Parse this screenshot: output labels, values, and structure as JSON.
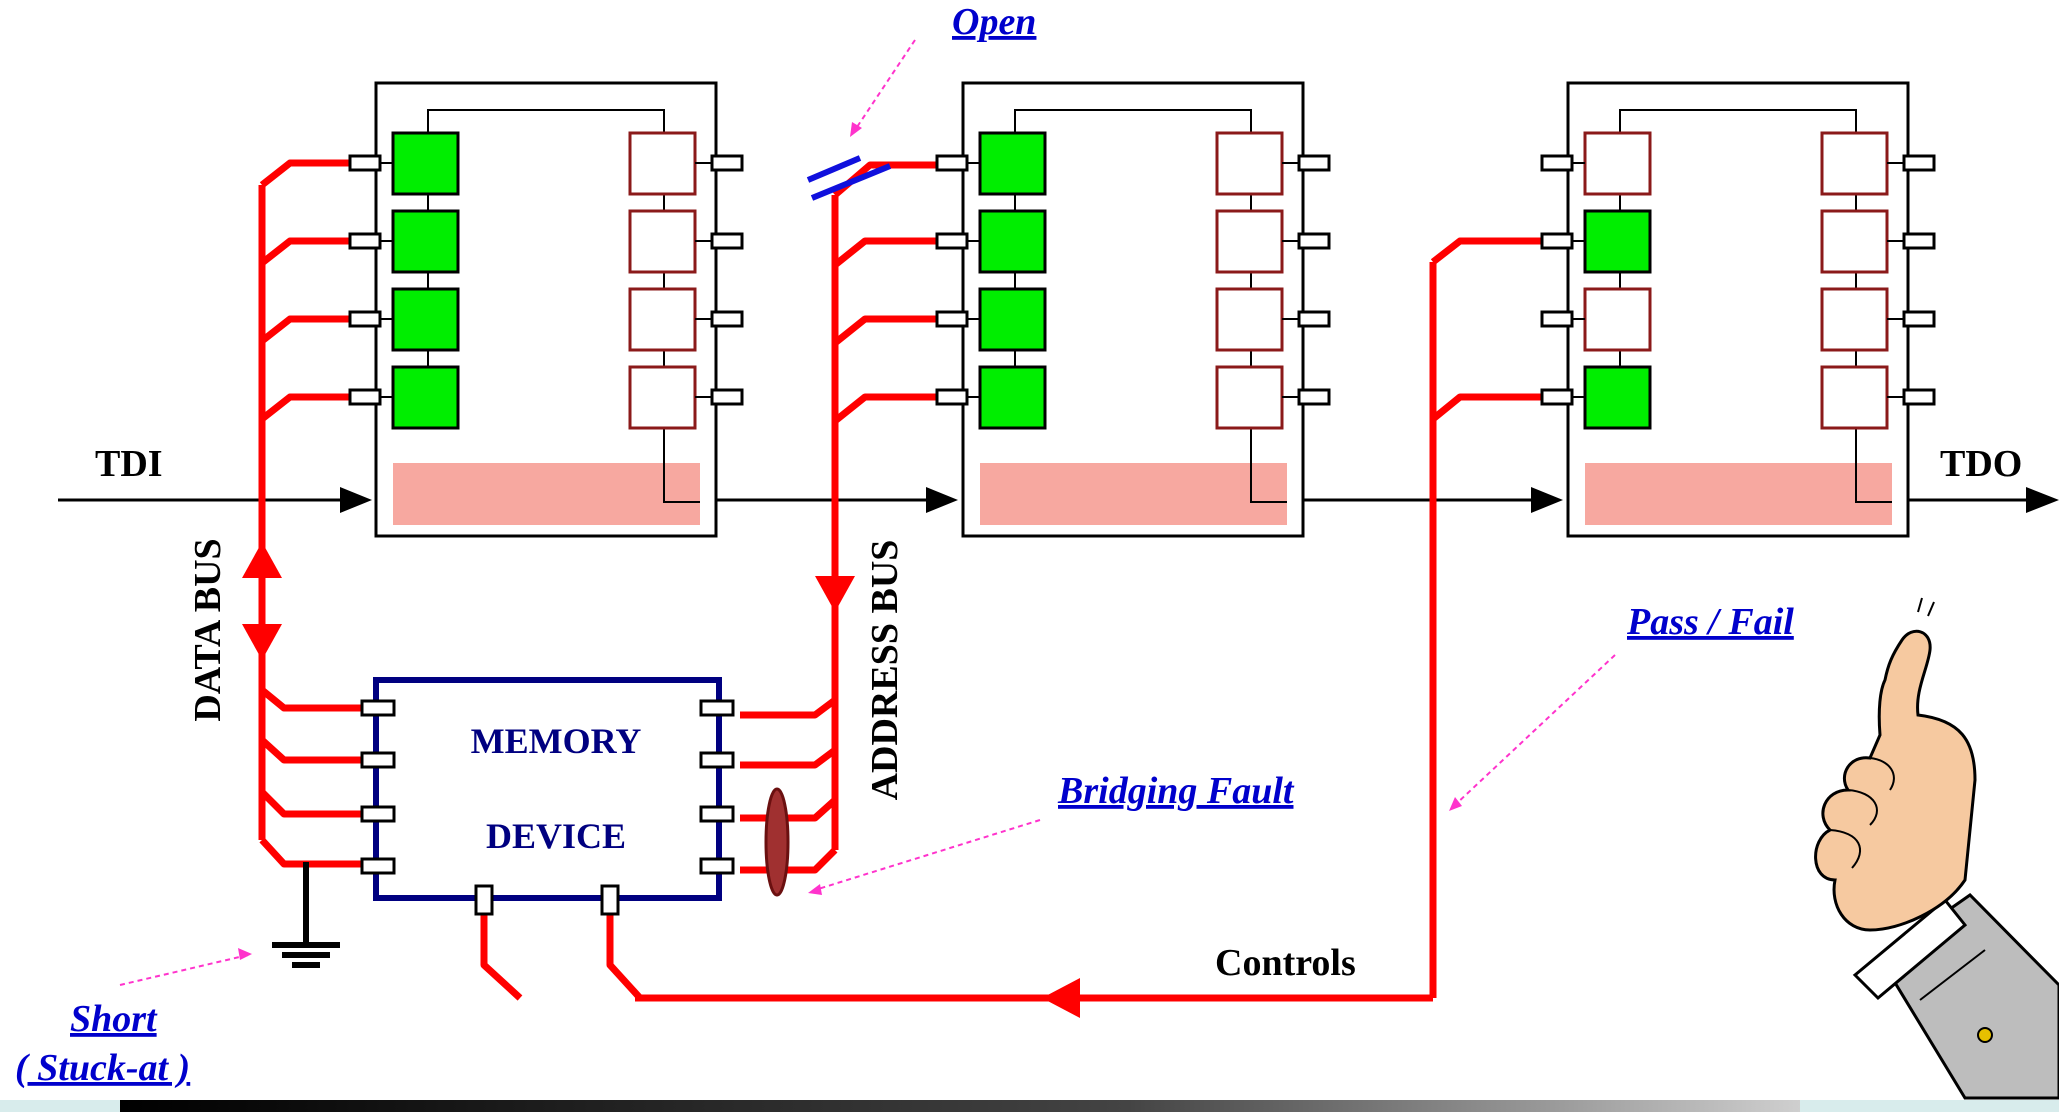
{
  "signals": {
    "tdi": "TDI",
    "tdo": "TDO",
    "data_bus": "DATA BUS",
    "address_bus": "ADDRESS BUS",
    "controls": "Controls"
  },
  "memory": {
    "line1": "MEMORY",
    "line2": "DEVICE"
  },
  "faults": {
    "open": "Open",
    "pass_fail": "Pass / Fail",
    "bridging": "Bridging Fault",
    "short": "Short",
    "stuck_at": "( Stuck-at )"
  },
  "cells": {
    "chip1_left": [
      "on",
      "on",
      "on",
      "on"
    ],
    "chip1_right": [
      "off",
      "off",
      "off",
      "off"
    ],
    "chip2_left": [
      "on",
      "on",
      "on",
      "on"
    ],
    "chip2_right": [
      "off",
      "off",
      "off",
      "off"
    ],
    "chip3_left": [
      "off",
      "on",
      "off",
      "on"
    ],
    "chip3_right": [
      "off",
      "off",
      "off",
      "off"
    ]
  },
  "colors": {
    "net": "#ff0000",
    "cell_on": "#00ee00",
    "cell_off_border": "#8b1a1a",
    "memory_border": "#000080",
    "fault_link": "#0000cc",
    "pointer": "#ff33cc",
    "instruction_reg": "#f7a8a0",
    "open_mark": "#1010dd",
    "bridge_mark": "#a03030"
  },
  "icons": {
    "hand": "thumbs-up-icon",
    "ground": "ground-icon"
  }
}
